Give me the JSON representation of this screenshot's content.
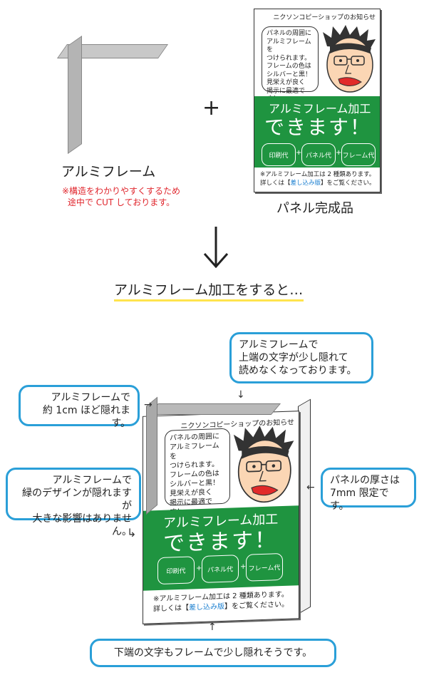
{
  "top": {
    "frame_label": "アルミフレーム",
    "frame_note_line1": "※構造をわかりやすくするため",
    "frame_note_line2": "途中で CUT しております。",
    "plus": "+",
    "panel_label": "パネル完成品"
  },
  "poster": {
    "header": "ニクソンコピーショップのお知らせ",
    "bubble_lines": [
      "パネルの周囲に",
      "アルミフレームを",
      "つけられます。",
      "フレームの色は",
      "シルバーと黒！",
      "見栄えが良く",
      "掲示に最適です！"
    ],
    "green_title": "アルミフレーム加工",
    "green_main": "できます！",
    "pill1": "印刷代",
    "pill2": "パネル代",
    "pill3": "フレーム代",
    "plus": "+",
    "foot_line1": "※アルミフレーム加工は 2 種類あります。",
    "foot_line2_pre": "詳しくは【",
    "foot_line2_link": "差し込み版",
    "foot_line2_post": "】をご覧ください。"
  },
  "middle": {
    "arrow": "↓",
    "subtitle": "アルミフレーム加工をすると…"
  },
  "callouts": {
    "top_right_line1": "アルミフレームで",
    "top_right_line2": "上端の文字が少し隠れて",
    "top_right_line3": "読めなくなっております。",
    "left1_line1": "アルミフレームで",
    "left1_line2": "約 1cm ほど隠れます。",
    "left2_line1": "アルミフレームで",
    "left2_line2": "緑のデザインが隠れますが",
    "left2_line3": "大きな影響はありません。",
    "right_line1": "パネルの厚さは",
    "right_line2": "7mm 限定です。",
    "bottom": "下端の文字もフレームで少し隠れそうです。"
  },
  "arrows": {
    "down": "↓",
    "right": "→",
    "left": "←",
    "up": "↑",
    "corner": "↳"
  },
  "colors": {
    "green": "#1f9440",
    "callout_border": "#2a9fd8",
    "note_red": "#e0262d",
    "underline_yellow": "#ffe44d"
  }
}
